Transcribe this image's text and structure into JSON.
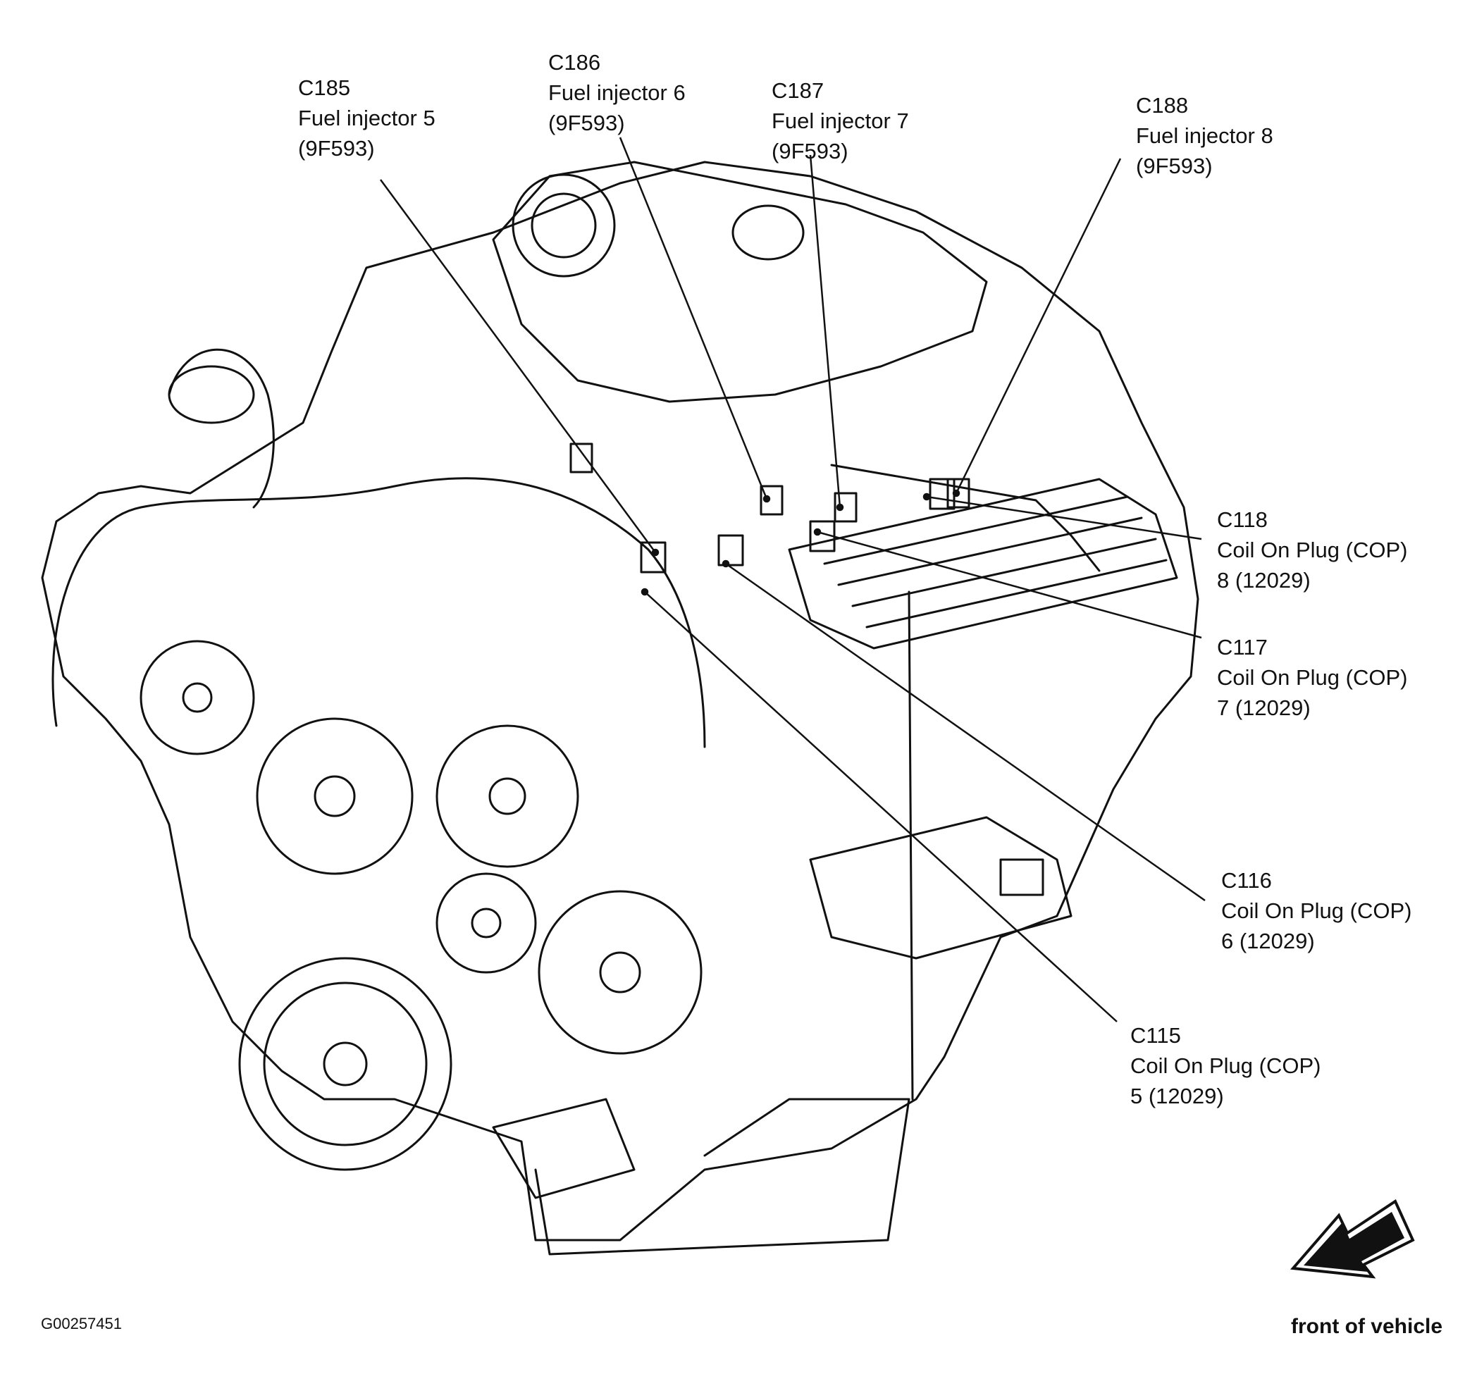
{
  "labels": {
    "c185": {
      "id": "C185",
      "name": "Fuel injector 5",
      "part": "(9F593)"
    },
    "c186": {
      "id": "C186",
      "name": "Fuel injector 6",
      "part": "(9F593)"
    },
    "c187": {
      "id": "C187",
      "name": "Fuel injector 7",
      "part": "(9F593)"
    },
    "c188": {
      "id": "C188",
      "name": "Fuel injector 8",
      "part": "(9F593)"
    },
    "c118": {
      "id": "C118",
      "name": "Coil On Plug (COP)",
      "part": "8 (12029)"
    },
    "c117": {
      "id": "C117",
      "name": "Coil On Plug (COP)",
      "part": "7 (12029)"
    },
    "c116": {
      "id": "C116",
      "name": "Coil On Plug (COP)",
      "part": "6 (12029)"
    },
    "c115": {
      "id": "C115",
      "name": "Coil On Plug (COP)",
      "part": "5 (12029)"
    }
  },
  "figure_id": "G00257451",
  "front_label": "front of vehicle",
  "colors": {
    "ink": "#111111",
    "paper": "#ffffff"
  }
}
